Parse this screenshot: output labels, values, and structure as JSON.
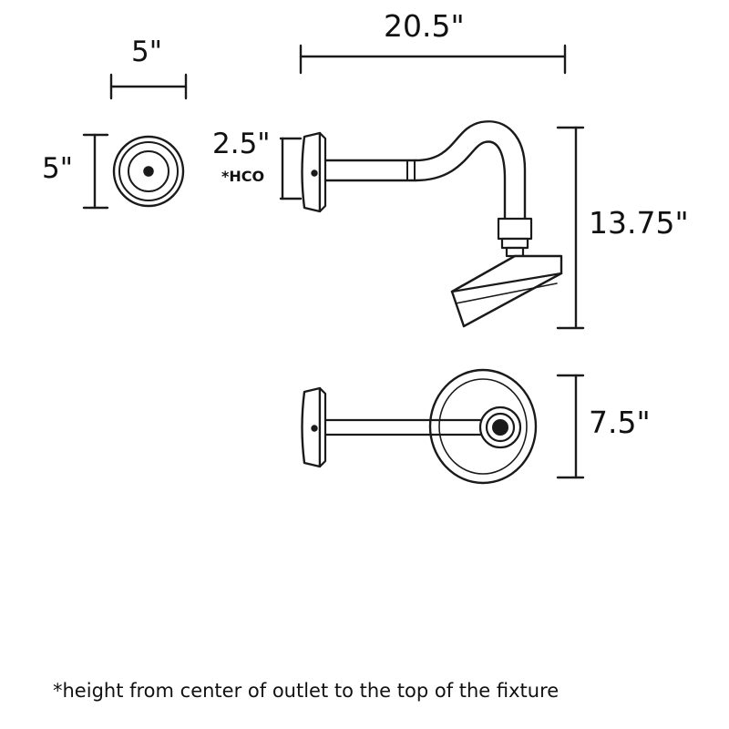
{
  "drawing": {
    "title": "wall sconce dimension drawing",
    "background_color": "#ffffff",
    "line_color": "#1a1a1a",
    "dimensions": {
      "width_top": "20.5\"",
      "backplate_width": "5\"",
      "backplate_height": "5\"",
      "hco_depth": "2.5\"",
      "hco_note": "*HCO",
      "overall_height": "13.75\"",
      "extension_depth": "7.5\""
    },
    "footnote": "*height from center of outlet to the top of the fixture",
    "views": {
      "front_backplate": "front view of round backplate",
      "side_elevation": "side elevation of gooseneck arm with angled shade",
      "top_plan": "top plan view of arm and shade"
    }
  }
}
